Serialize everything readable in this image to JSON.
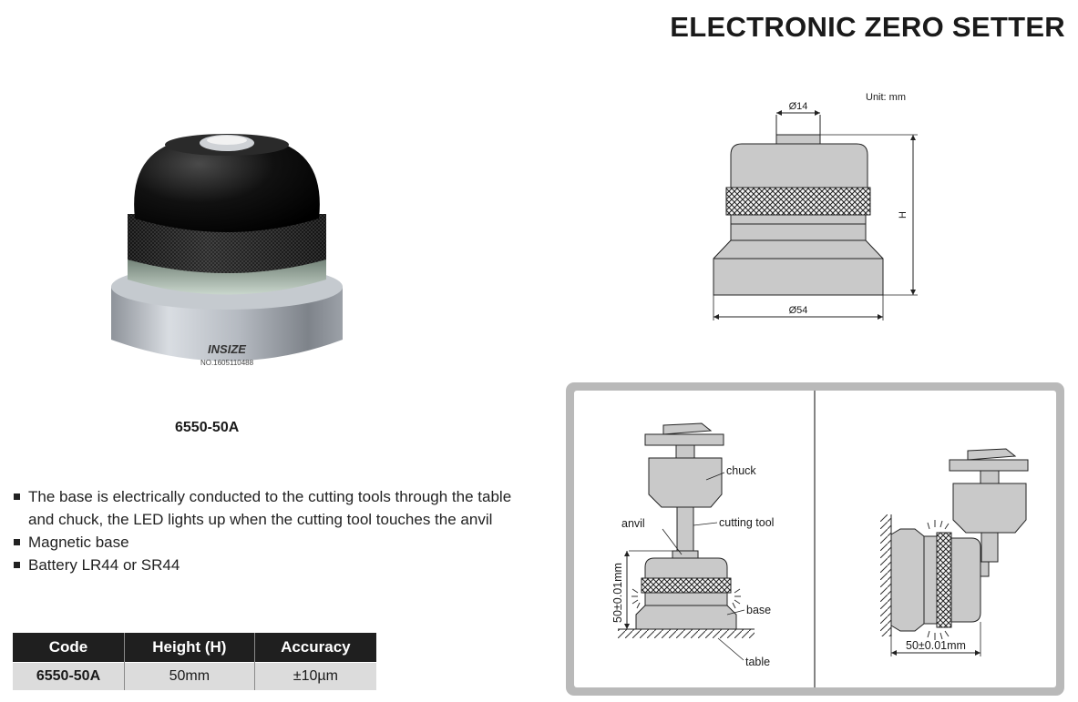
{
  "page": {
    "title": "ELECTRONIC ZERO SETTER"
  },
  "product": {
    "code": "6550-50A",
    "brand": "INSIZE",
    "serial": "NO.1605110488"
  },
  "features": [
    "The base is electrically conducted to the cutting tools through the table and chuck, the LED lights up when the cutting tool touches the anvil",
    "Magnetic base",
    "Battery LR44 or SR44"
  ],
  "spec_table": {
    "headers": [
      "Code",
      "Height (H)",
      "Accuracy"
    ],
    "rows": [
      [
        "6550-50A",
        "50mm",
        "±10µm"
      ]
    ]
  },
  "dimension_drawing": {
    "unit_label": "Unit: mm",
    "top_diameter": "Ø14",
    "base_diameter": "Ø54",
    "height_label": "H"
  },
  "usage_diagram": {
    "labels": {
      "chuck": "chuck",
      "anvil": "anvil",
      "cutting_tool": "cutting tool",
      "base": "base",
      "table": "table",
      "height_left": "50±0.01mm",
      "height_right": "50±0.01mm"
    }
  },
  "colors": {
    "table_header_bg": "#1f1f1f",
    "table_row_bg": "#dcdcdc",
    "panel_border": "#b9b9b9",
    "drawing_fill": "#c9c9c9"
  }
}
